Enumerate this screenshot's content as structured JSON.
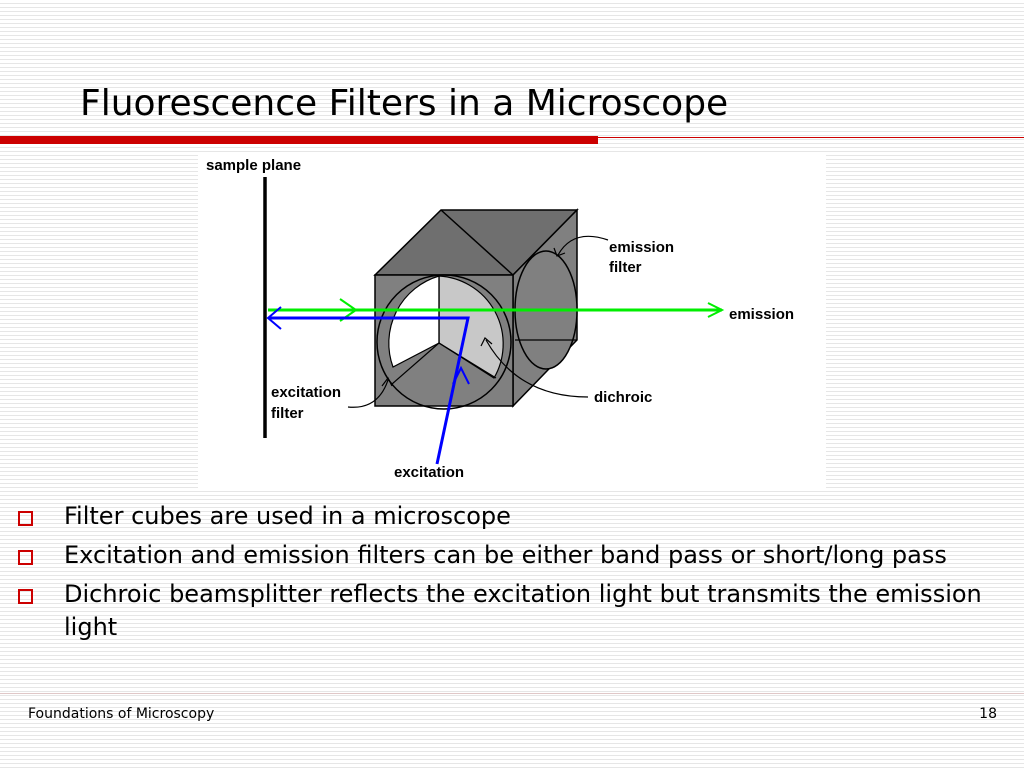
{
  "slide": {
    "title": "Fluorescence Filters in a Microscope",
    "accent_color": "#cc0000"
  },
  "diagram": {
    "labels": {
      "sample_plane": "sample plane",
      "emission_filter_line1": "emission",
      "emission_filter_line2": "filter",
      "emission": "emission",
      "dichroic": "dichroic",
      "excitation_filter_line1": "excitation",
      "excitation_filter_line2": "filter",
      "excitation": "excitation"
    },
    "colors": {
      "excitation_beam": "#0000ff",
      "emission_beam": "#00ee00",
      "cube_face": "#808080",
      "cube_top": "#6f6f6f",
      "dichroic_fill": "#c8c8c8"
    }
  },
  "bullets": [
    {
      "text": "Filter cubes are used in a microscope"
    },
    {
      "text": "Excitation and emission filters can be either band pass or short/long pass"
    },
    {
      "text": "Dichroic beamsplitter reflects the excitation light but transmits the emission light"
    }
  ],
  "footer": {
    "left": "Foundations of Microscopy",
    "page_number": "18"
  }
}
